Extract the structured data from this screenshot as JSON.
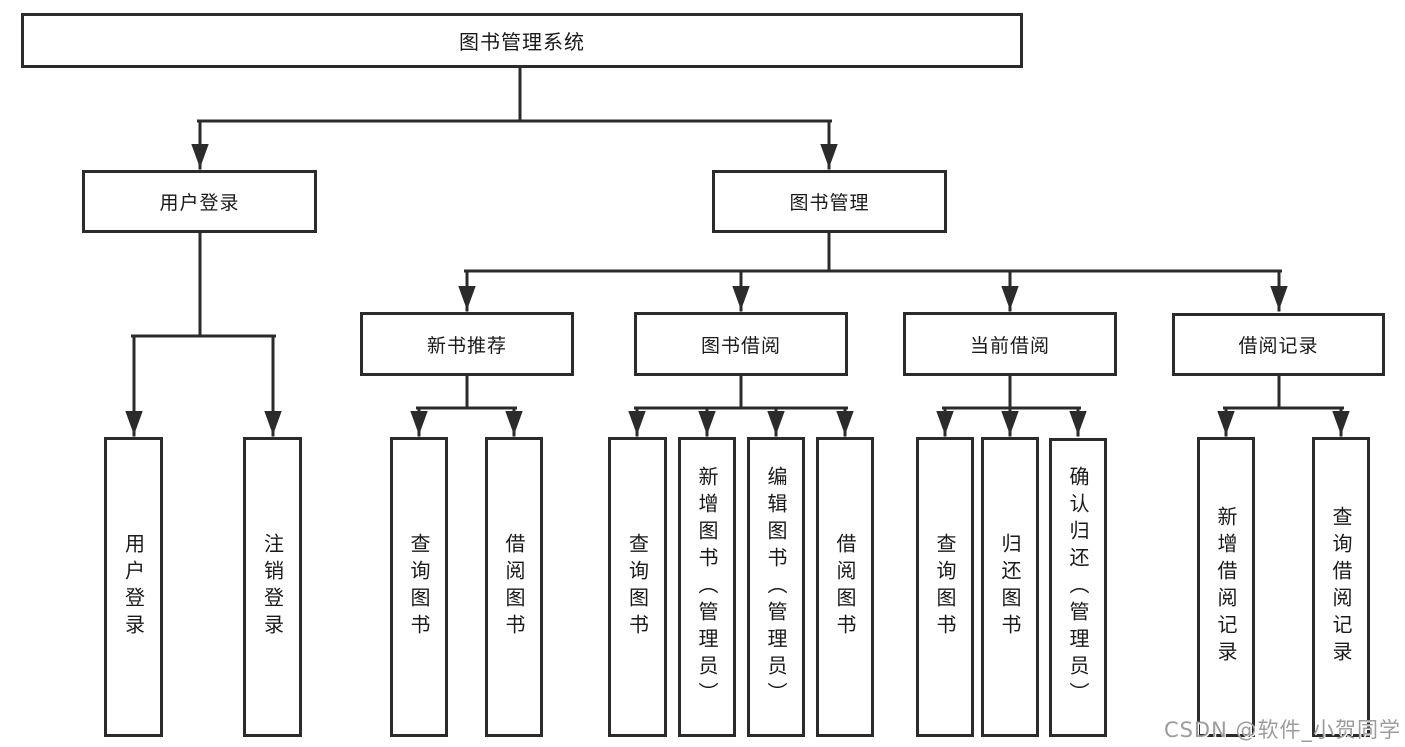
{
  "diagram_title": "图书管理系统",
  "watermark": "CSDN @软件_小贺同学",
  "colors": {
    "line": "#2b2b2b",
    "text": "#1a1a1a",
    "watermark_text": "#9c9c9c",
    "background": "#ffffff"
  },
  "tree": {
    "label": "图书管理系统",
    "children": [
      {
        "label": "用户登录",
        "children": [
          {
            "label": "用户登录"
          },
          {
            "label": "注销登录"
          }
        ]
      },
      {
        "label": "图书管理",
        "children": [
          {
            "label": "新书推荐",
            "children": [
              {
                "label": "查询图书"
              },
              {
                "label": "借阅图书"
              }
            ]
          },
          {
            "label": "图书借阅",
            "children": [
              {
                "label": "查询图书"
              },
              {
                "label": "新增图书（管理员）"
              },
              {
                "label": "编辑图书（管理员）"
              },
              {
                "label": "借阅图书"
              }
            ]
          },
          {
            "label": "当前借阅",
            "children": [
              {
                "label": "查询图书"
              },
              {
                "label": "归还图书"
              },
              {
                "label": "确认归还（管理员）"
              }
            ]
          },
          {
            "label": "借阅记录",
            "children": [
              {
                "label": "新增借阅记录"
              },
              {
                "label": "查询借阅记录"
              }
            ]
          }
        ]
      }
    ]
  }
}
